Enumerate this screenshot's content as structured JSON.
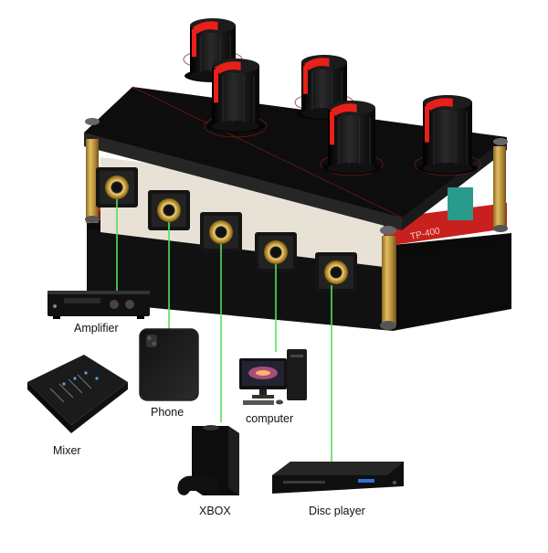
{
  "device": {
    "model_label": "TP-400",
    "knob_accent": "#e8201a",
    "body_color": "#0d0d0d",
    "pcb_color": "#c8201c",
    "connector_color": "#caa24a",
    "cable_color": "#55e05a"
  },
  "devices": [
    {
      "label": "Amplifier",
      "icon": "amplifier-icon"
    },
    {
      "label": "Phone",
      "icon": "phone-icon"
    },
    {
      "label": "Mixer",
      "icon": "mixer-icon"
    },
    {
      "label": "computer",
      "icon": "computer-icon"
    },
    {
      "label": "XBOX",
      "icon": "xbox-icon"
    },
    {
      "label": "Disc player",
      "icon": "disc-player-icon"
    }
  ]
}
